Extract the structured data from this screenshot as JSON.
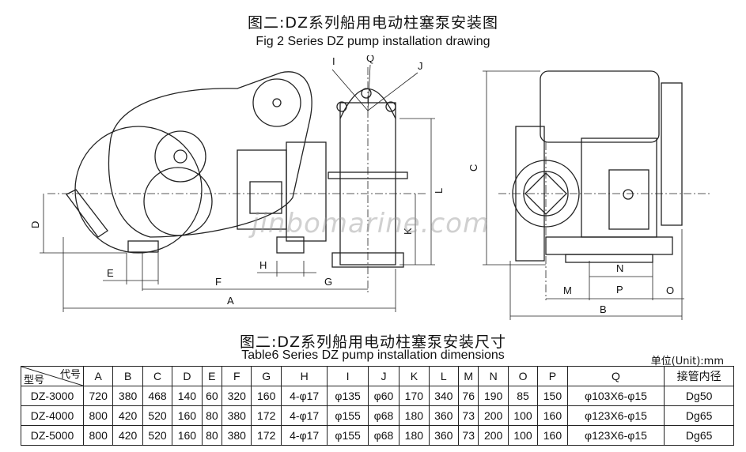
{
  "titles": {
    "fig_cn": "图二:DZ系列船用电动柱塞泵安装图",
    "fig_en": "Fig 2  Series DZ pump installation drawing",
    "table_cn": "图二:DZ系列船用电动柱塞泵安装尺寸",
    "table_en": "Table6 Series DZ pump installation dimensions",
    "unit": "单位(Unit):mm"
  },
  "watermark": "jinbomarine.com",
  "drawing_labels": {
    "I": "I",
    "Q": "Q",
    "J": "J",
    "D": "D",
    "E": "E",
    "F": "F",
    "H": "H",
    "G": "G",
    "A": "A",
    "K": "K",
    "L": "L",
    "C": "C",
    "M": "M",
    "N": "N",
    "P": "P",
    "O": "O",
    "B": "B"
  },
  "table": {
    "corner_top": "代号",
    "corner_bottom": "型号",
    "headers": [
      "A",
      "B",
      "C",
      "D",
      "E",
      "F",
      "G",
      "H",
      "I",
      "J",
      "K",
      "L",
      "M",
      "N",
      "O",
      "P",
      "Q",
      "接管内径"
    ],
    "rows": [
      [
        "DZ-3000",
        "720",
        "380",
        "468",
        "140",
        "60",
        "320",
        "160",
        "4-φ17",
        "φ135",
        "φ60",
        "170",
        "340",
        "76",
        "190",
        "85",
        "150",
        "φ103X6-φ15",
        "Dg50"
      ],
      [
        "DZ-4000",
        "800",
        "420",
        "520",
        "160",
        "80",
        "380",
        "172",
        "4-φ17",
        "φ155",
        "φ68",
        "180",
        "360",
        "73",
        "200",
        "100",
        "160",
        "φ123X6-φ15",
        "Dg65"
      ],
      [
        "DZ-5000",
        "800",
        "420",
        "520",
        "160",
        "80",
        "380",
        "172",
        "4-φ17",
        "φ155",
        "φ68",
        "180",
        "360",
        "73",
        "200",
        "100",
        "160",
        "φ123X6-φ15",
        "Dg65"
      ]
    ]
  }
}
